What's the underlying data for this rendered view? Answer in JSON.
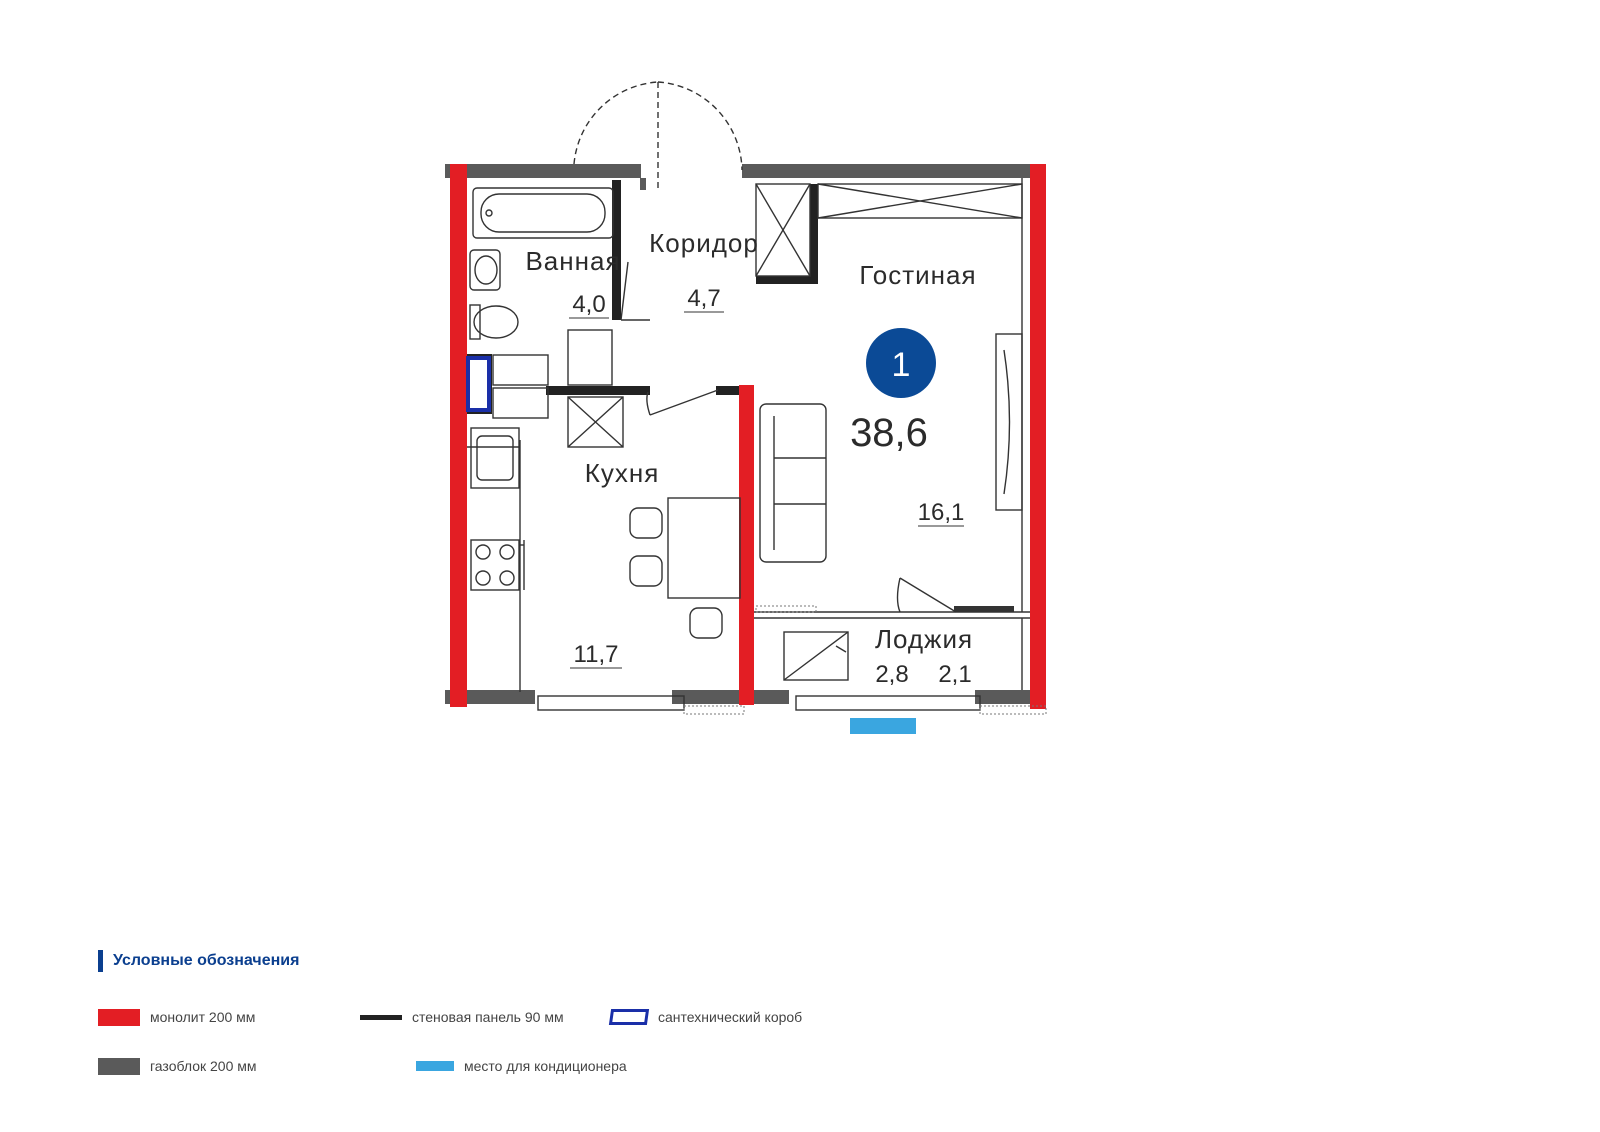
{
  "plan": {
    "apartment_number": "1",
    "total_area": "38,6",
    "rooms": [
      {
        "name": "Ванная",
        "area": "4,0"
      },
      {
        "name": "Коридор",
        "area": "4,7"
      },
      {
        "name": "Гостиная",
        "area": "16,1"
      },
      {
        "name": "Кухня",
        "area": "11,7"
      },
      {
        "name": "Лоджия",
        "area": "2,8",
        "area_alt": "2,1"
      }
    ]
  },
  "legend": {
    "title": "Условные обозначения",
    "items": [
      {
        "label": "монолит 200 мм",
        "color": "#e31e24",
        "style": "fill"
      },
      {
        "label": "стеновая панель 90 мм",
        "color": "#222222",
        "style": "line"
      },
      {
        "label": "сантехнический короб",
        "color": "#1a2fa8",
        "style": "outline"
      },
      {
        "label": "газоблок 200 мм",
        "color": "#5a5a5a",
        "style": "fill"
      },
      {
        "label": "место для кондиционера",
        "color": "#3aa6e0",
        "style": "fill"
      }
    ]
  },
  "colors": {
    "monolith": "#e31e24",
    "gasblock": "#5a5a5a",
    "panel": "#222222",
    "sanitary": "#1a2fa8",
    "ac": "#3aa6e0",
    "badge": "#0b4a96"
  }
}
